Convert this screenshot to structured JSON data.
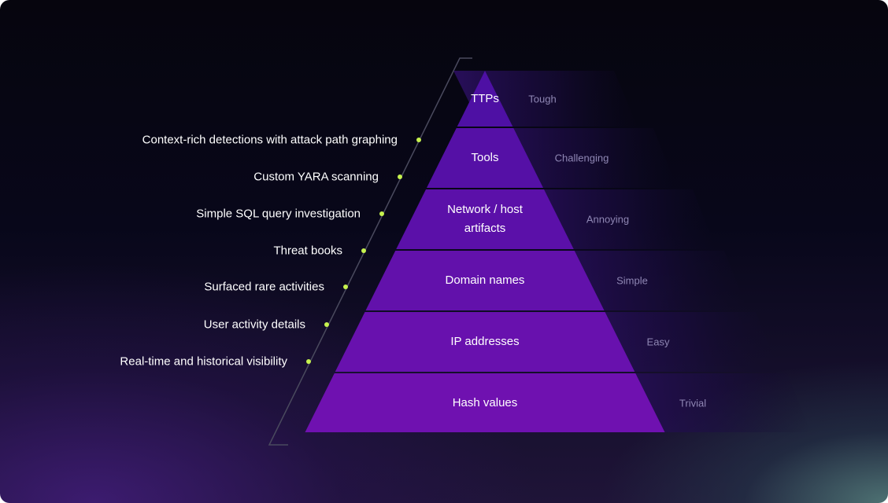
{
  "tiers": [
    {
      "label": "TTPs",
      "difficulty": "Tough"
    },
    {
      "label": "Tools",
      "difficulty": "Challenging"
    },
    {
      "label": "Network / host\nartifacts",
      "difficulty": "Annoying"
    },
    {
      "label": "Domain names",
      "difficulty": "Simple"
    },
    {
      "label": "IP addresses",
      "difficulty": "Easy"
    },
    {
      "label": "Hash values",
      "difficulty": "Trivial"
    }
  ],
  "features": [
    "Context-rich detections with attack path graphing",
    "Custom YARA scanning",
    "Simple SQL query investigation",
    "Threat books",
    "Surfaced rare activities",
    "User activity details",
    "Real-time and historical visibility"
  ],
  "colors": {
    "tier_top": "#4e10a4",
    "tier_bottom": "#6f11b0",
    "dot": "#c6f24e",
    "difficulty_text": "#8f87b4"
  }
}
